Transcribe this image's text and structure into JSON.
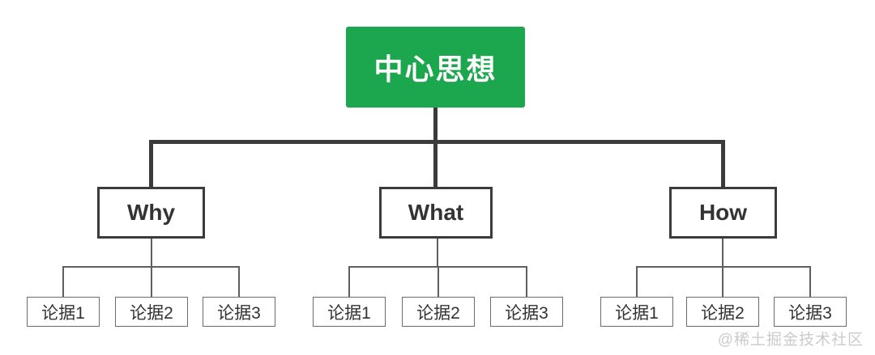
{
  "diagram": {
    "type": "tree",
    "root": {
      "label": "中心思想"
    },
    "branches": [
      {
        "label": "Why",
        "children": [
          "论据1",
          "论据2",
          "论据3"
        ]
      },
      {
        "label": "What",
        "children": [
          "论据1",
          "论据2",
          "论据3"
        ]
      },
      {
        "label": "How",
        "children": [
          "论据1",
          "论据2",
          "论据3"
        ]
      }
    ],
    "colors": {
      "background": "#ffffff",
      "root_bg": "#1CA64E",
      "root_text": "#ffffff",
      "connector_thick": "#3b3b3b",
      "connector_thin": "#5f5f5f",
      "branch_border": "#3b3b3b",
      "leaf_border": "#6b6b6b",
      "node_text": "#333333",
      "watermark_text": "#cbcbcb"
    },
    "watermark": "@稀土掘金技术社区"
  }
}
